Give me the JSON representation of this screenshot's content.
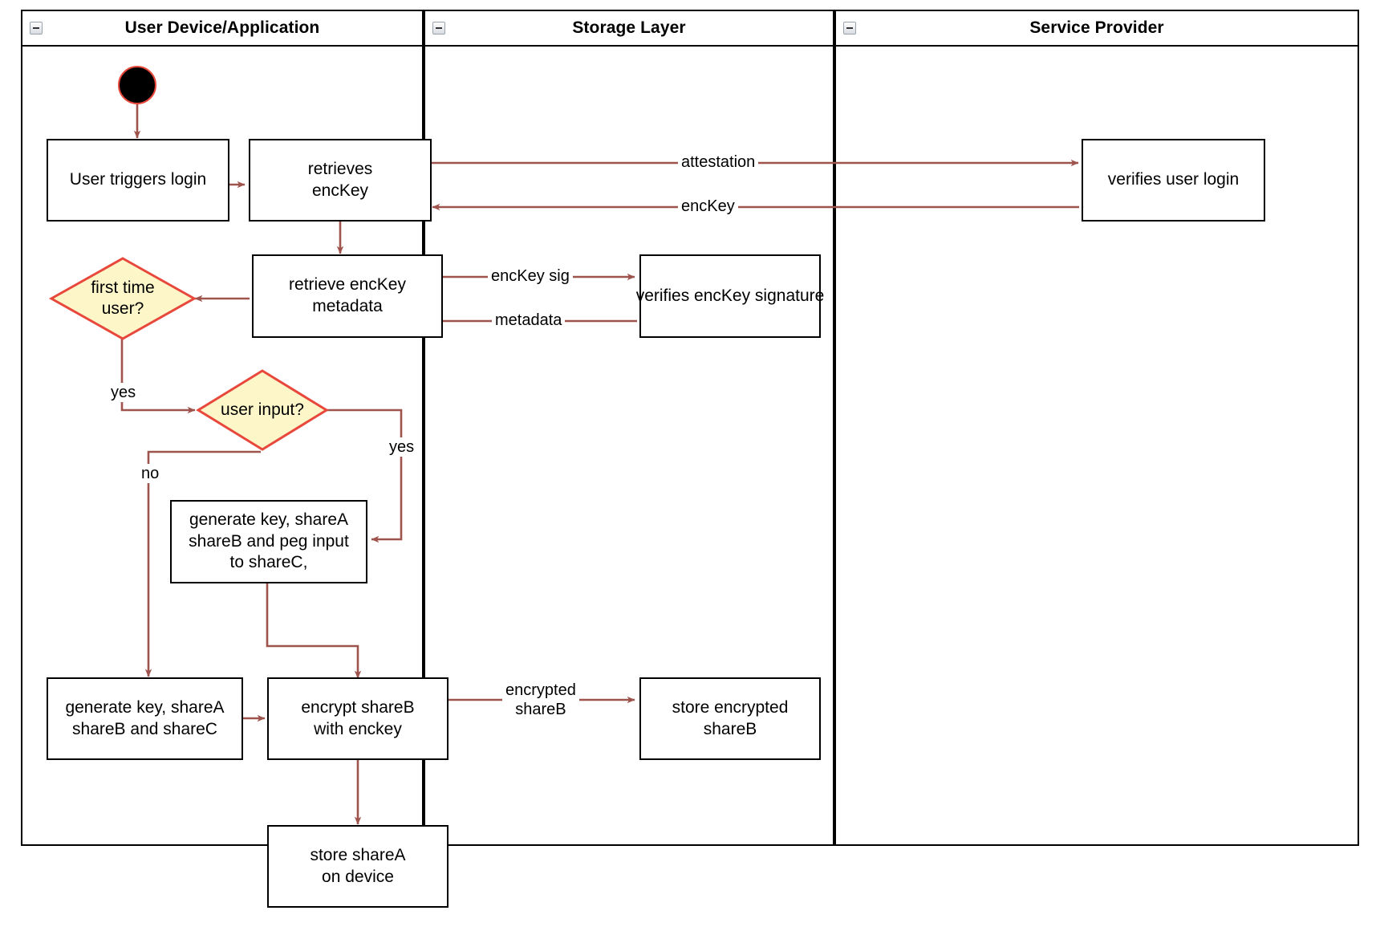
{
  "diagram": {
    "type": "uml-activity-swimlane",
    "title": "Login / key-share provisioning flow",
    "colors": {
      "connector": "#9e534c",
      "decision_border": "#e8483c",
      "decision_fill": "#fdf6c8",
      "node_border": "#000000",
      "node_fill": "#ffffff",
      "start_fill": "#000000",
      "start_border": "#e8483c",
      "lane_border": "#000000"
    }
  },
  "lanes": [
    {
      "id": "user-device",
      "label": "User Device/Application",
      "collapse_icon": "minus-box-icon"
    },
    {
      "id": "storage-layer",
      "label": "Storage Layer",
      "collapse_icon": "minus-box-icon"
    },
    {
      "id": "service-provider",
      "label": "Service Provider",
      "collapse_icon": "minus-box-icon"
    }
  ],
  "nodes": [
    {
      "id": "start",
      "lane": "user-device",
      "shape": "initial-node",
      "label": ""
    },
    {
      "id": "user-triggers-login",
      "lane": "user-device",
      "shape": "action",
      "lines": [
        "User triggers login"
      ]
    },
    {
      "id": "retrieves-enckey",
      "lane": "user-device",
      "shape": "action",
      "lines": [
        "retrieves",
        "encKey"
      ]
    },
    {
      "id": "verifies-user-login",
      "lane": "service-provider",
      "shape": "action",
      "lines": [
        "verifies user login"
      ]
    },
    {
      "id": "retrieve-enckey-metadata",
      "lane": "user-device",
      "shape": "action",
      "lines": [
        "retrieve encKey",
        "metadata"
      ]
    },
    {
      "id": "verifies-enckey-signature",
      "lane": "storage-layer",
      "shape": "action",
      "lines": [
        "verifies encKey signature"
      ]
    },
    {
      "id": "first-time-user",
      "lane": "user-device",
      "shape": "decision",
      "lines": [
        "first time",
        "user?"
      ]
    },
    {
      "id": "user-input",
      "lane": "user-device",
      "shape": "decision",
      "lines": [
        "user input?"
      ]
    },
    {
      "id": "generate-peg-input",
      "lane": "user-device",
      "shape": "action",
      "lines": [
        "generate key, shareA",
        "shareB and peg input",
        "to shareC,"
      ]
    },
    {
      "id": "generate-shares",
      "lane": "user-device",
      "shape": "action",
      "lines": [
        "generate key, shareA",
        "shareB and shareC"
      ]
    },
    {
      "id": "encrypt-shareb",
      "lane": "user-device",
      "shape": "action",
      "lines": [
        "encrypt shareB",
        "with enckey"
      ]
    },
    {
      "id": "store-encrypted-shareb",
      "lane": "storage-layer",
      "shape": "action",
      "lines": [
        "store encrypted",
        "shareB"
      ]
    },
    {
      "id": "store-sharea-on-device",
      "lane": "user-device",
      "shape": "action",
      "lines": [
        "store shareA",
        "on device"
      ]
    }
  ],
  "edges": [
    {
      "id": "e-start",
      "from": "start",
      "to": "user-triggers-login",
      "label": ""
    },
    {
      "id": "e-login-retrieve",
      "from": "user-triggers-login",
      "to": "retrieves-enckey",
      "label": ""
    },
    {
      "id": "e-attestation",
      "from": "retrieves-enckey",
      "to": "verifies-user-login",
      "label": "attestation"
    },
    {
      "id": "e-enckey",
      "from": "verifies-user-login",
      "to": "retrieves-enckey",
      "label": "encKey"
    },
    {
      "id": "e-retrieve-meta",
      "from": "retrieves-enckey",
      "to": "retrieve-enckey-metadata",
      "label": ""
    },
    {
      "id": "e-enckey-sig",
      "from": "retrieve-enckey-metadata",
      "to": "verifies-enckey-signature",
      "label": "encKey sig"
    },
    {
      "id": "e-metadata",
      "from": "verifies-enckey-signature",
      "to": "retrieve-enckey-metadata",
      "label": "metadata"
    },
    {
      "id": "e-meta-first",
      "from": "retrieve-enckey-metadata",
      "to": "first-time-user",
      "label": ""
    },
    {
      "id": "e-first-yes",
      "from": "first-time-user",
      "to": "user-input",
      "label": "yes"
    },
    {
      "id": "e-input-yes",
      "from": "user-input",
      "to": "generate-peg-input",
      "label": "yes"
    },
    {
      "id": "e-input-no",
      "from": "user-input",
      "to": "generate-shares",
      "label": "no"
    },
    {
      "id": "e-peg-encrypt",
      "from": "generate-peg-input",
      "to": "encrypt-shareb",
      "label": ""
    },
    {
      "id": "e-shares-encrypt",
      "from": "generate-shares",
      "to": "encrypt-shareb",
      "label": ""
    },
    {
      "id": "e-encrypted-shareb",
      "from": "encrypt-shareb",
      "to": "store-encrypted-shareb",
      "label": "encrypted shareB"
    },
    {
      "id": "e-store-sharea",
      "from": "encrypt-shareb",
      "to": "store-sharea-on-device",
      "label": ""
    }
  ],
  "labels": {
    "attestation": "attestation",
    "enckey": "encKey",
    "enckey_sig": "encKey sig",
    "metadata": "metadata",
    "yes_first": "yes",
    "yes_input": "yes",
    "no_input": "no",
    "encrypted": "encrypted",
    "shareb": "shareB"
  },
  "text": {
    "user_triggers_login": "User triggers login",
    "retrieves": "retrieves",
    "enckey_word": "encKey",
    "verifies_user_login": "verifies user login",
    "retrieve_enckey": "retrieve encKey",
    "metadata_word": "metadata",
    "verifies_enckey_signature": "verifies encKey signature",
    "first_time": "first time",
    "user_q": "user?",
    "user_input_q": "user input?",
    "gen_key_sharea": "generate key, shareA",
    "shareb_peg_input": "shareB and peg input",
    "to_sharec": "to shareC,",
    "gen_key_sharea2": "generate key, shareA",
    "shareb_and_sharec": "shareB and shareC",
    "encrypt_shareb": "encrypt shareB",
    "with_enckey": "with enckey",
    "store_encrypted": "store encrypted",
    "shareb_word": "shareB",
    "store_sharea": "store shareA",
    "on_device": "on device"
  }
}
